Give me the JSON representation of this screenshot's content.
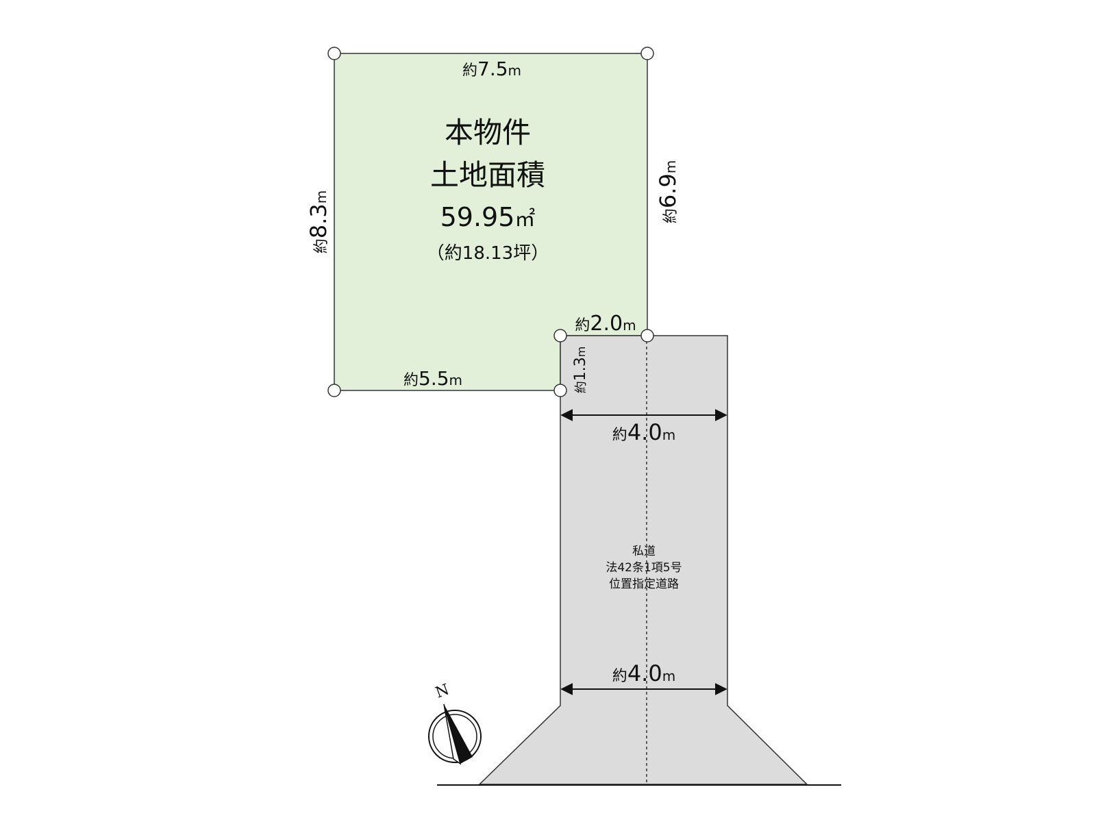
{
  "colors": {
    "lot_fill": "#e2efd9",
    "road_fill": "#dcdcdc",
    "outline": "#333333",
    "text": "#111111"
  },
  "lot": {
    "title_line1": "本物件",
    "title_line2": "土地面積",
    "area_value": "59.95",
    "area_unit": "㎡",
    "area_tsubo": "（約18.13坪）"
  },
  "dimensions": {
    "top": {
      "prefix": "約",
      "value": "7.5",
      "unit": "m"
    },
    "left": {
      "prefix": "約",
      "value": "8.3",
      "unit": "m"
    },
    "right": {
      "prefix": "約",
      "value": "6.9",
      "unit": "m"
    },
    "notch_top": {
      "prefix": "約",
      "value": "2.0",
      "unit": "m"
    },
    "notch_side": {
      "prefix": "約",
      "value": "1.3",
      "unit": "m"
    },
    "bottom": {
      "prefix": "約",
      "value": "5.5",
      "unit": "m"
    },
    "road_width_upper": {
      "prefix": "約",
      "value": "4.0",
      "unit": "m"
    },
    "road_width_lower": {
      "prefix": "約",
      "value": "4.0",
      "unit": "m"
    }
  },
  "road": {
    "line1": "私道",
    "line2": "法42条1項5号",
    "line3": "位置指定道路"
  },
  "compass": {
    "label": "N",
    "icon": "north-arrow-icon"
  }
}
